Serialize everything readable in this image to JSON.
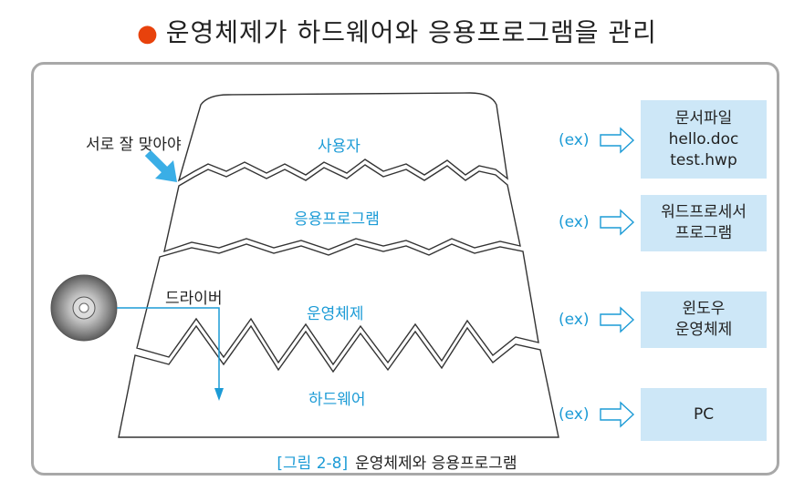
{
  "title": "운영체제가 하드웨어와 응용프로그램을 관리",
  "layers": [
    {
      "label": "사용자"
    },
    {
      "label": "응용프로그램"
    },
    {
      "label": "운영체제"
    },
    {
      "label": "하드웨어"
    }
  ],
  "notes": {
    "fit": "서로 잘 맞아야",
    "driver": "드라이버"
  },
  "examples": [
    {
      "ex": "(ex)",
      "lines": [
        "문서파일",
        "hello.doc",
        "test.hwp"
      ]
    },
    {
      "ex": "(ex)",
      "lines": [
        "워드프로세서",
        "프로그램"
      ]
    },
    {
      "ex": "(ex)",
      "lines": [
        "윈도우",
        "운영체제"
      ]
    },
    {
      "ex": "(ex)",
      "lines": [
        "PC"
      ]
    }
  ],
  "caption": {
    "fig": "[그림 2-8]",
    "text": "운영체제와 응용프로그램"
  },
  "colors": {
    "accent": "#1c9bd6",
    "bullet": "#e8420c",
    "box": "#cde7f7",
    "frame": "#a8a8a8"
  }
}
